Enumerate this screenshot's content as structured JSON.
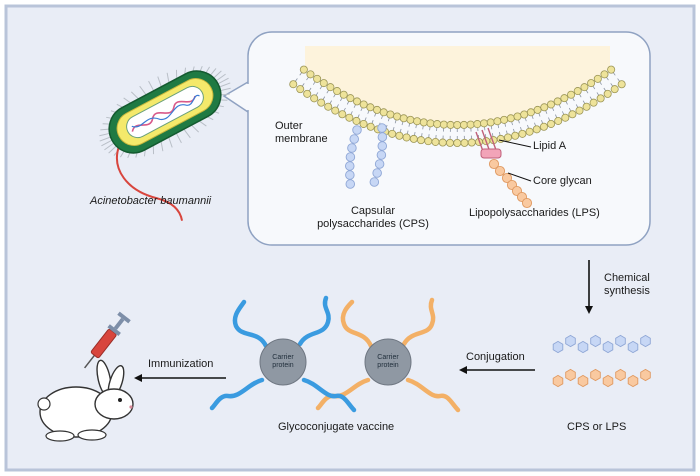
{
  "colors": {
    "panel_bg": "#e9edf6",
    "panel_border": "#b9c4d9",
    "zoom_bg": "#f7f9fc",
    "cytoplasm": "#fdf3dc",
    "lipid_head": "#eee39a",
    "cps_blue": "#c7d7f5",
    "lps_orange": "#f9c9a0",
    "chain_blue": "#3a9be0",
    "chain_orange": "#f3b066",
    "carrier_grey": "#8f98a3",
    "syringe_red": "#d8453d"
  },
  "bacterium": {
    "label": "Acinetobacter baumannii"
  },
  "zoom": {
    "outer_membrane": [
      "Outer",
      "membrane"
    ],
    "lipid_a": "Lipid A",
    "core_glycan": "Core glycan",
    "cps": [
      "Capsular",
      "polysaccharides (CPS)"
    ],
    "lps": "Lipopolysaccharides (LPS)"
  },
  "steps": {
    "chemical_synthesis": [
      "Chemical",
      "synthesis"
    ],
    "conjugation": "Conjugation",
    "immunization": "Immunization"
  },
  "products": {
    "cps_or_lps": "CPS or LPS",
    "vaccine": "Glycoconjugate vaccine",
    "carrier_protein": [
      "Carrier",
      "protein"
    ]
  },
  "icons": [
    "bacterium-icon",
    "syringe-icon",
    "rabbit-icon",
    "arrow-icon"
  ]
}
